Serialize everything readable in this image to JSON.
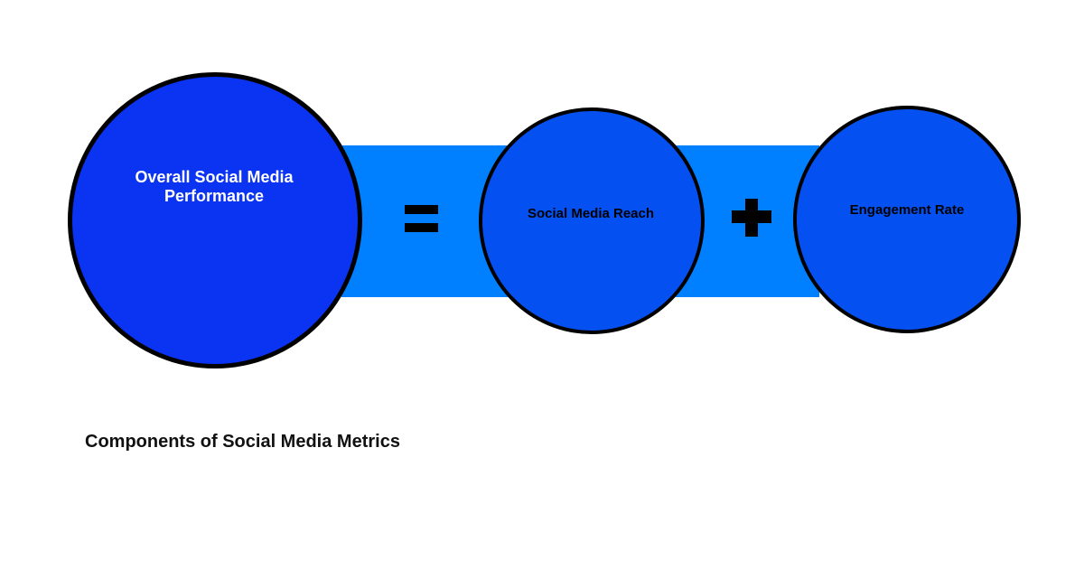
{
  "caption": "Components of Social Media Metrics",
  "equation": {
    "result": {
      "label": "Overall Social Media Performance"
    },
    "equals_symbol": "=",
    "term1": {
      "label": "Social Media Reach"
    },
    "plus_symbol": "+",
    "term2": {
      "label": "Engagement Rate"
    }
  },
  "colors": {
    "background": "#ffffff",
    "connector_band": "#0080ff",
    "result_circle_fill": "#0a33f2",
    "term_circle_fill": "#0450f0",
    "circle_border": "#000000",
    "result_label_color": "#ffffff",
    "term_label_color": "#000000",
    "operator_color": "#000000",
    "caption_color": "#111111"
  }
}
